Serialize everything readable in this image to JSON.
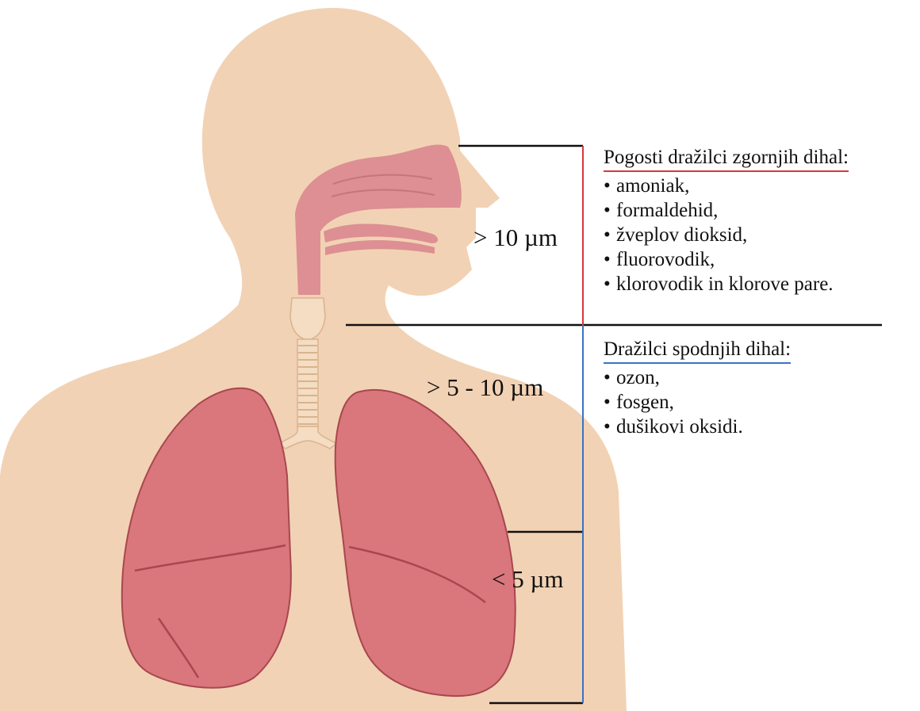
{
  "colors": {
    "skin": "#f2d2b4",
    "airway": "#dd8f93",
    "airway_dark": "#b8646b",
    "lung": "#d9777d",
    "lung_dark": "#a8474f",
    "trachea": "#f4ddc2",
    "upper_accent": "#d9363e",
    "lower_accent": "#3a73c4",
    "line": "#111111"
  },
  "regions": {
    "upper_size": "> 10 µm",
    "middle_size": "> 5 - 10 µm",
    "lower_size": "< 5 µm"
  },
  "upper_panel": {
    "heading": "Pogosti dražilci zgornjih dihal:",
    "items": [
      "amoniak,",
      "formaldehid,",
      "žveplov dioksid,",
      "fluorovodik,",
      "klorovodik in klorove pare."
    ]
  },
  "lower_panel": {
    "heading": "Dražilci spodnjih dihal:",
    "items": [
      "ozon,",
      "fosgen,",
      "dušikovi oksidi."
    ]
  }
}
